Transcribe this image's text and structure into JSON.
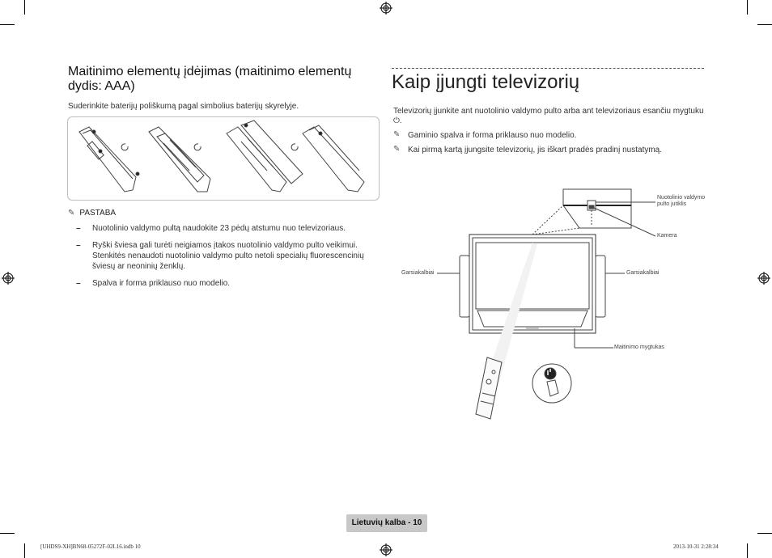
{
  "left": {
    "heading": "Maitinimo elementų įdėjimas (maitinimo elementų dydis: AAA)",
    "intro": "Suderinkite baterijų poliškumą pagal simbolius baterijų skyrelyje.",
    "note_title": "PASTABA",
    "bullets": [
      "Nuotolinio valdymo pultą naudokite 23 pėdų atstumu nuo televizoriaus.",
      "Ryški šviesa gali turėti neigiamos įtakos nuotolinio valdymo pulto veikimui. Stenkitės nenaudoti nuotolinio valdymo pulto netoli specialių fluorescencinių šviesų ar neoninių ženklų.",
      "Spalva ir forma priklauso nuo modelio."
    ]
  },
  "right": {
    "title": "Kaip įjungti televizorių",
    "body": "Televizorių įjunkite ant nuotolinio valdymo pulto arba ant televizoriaus esančiu mygtuku",
    "power_symbol": "⏻.",
    "notes": [
      "Gaminio spalva ir forma priklauso nuo modelio.",
      "Kai pirmą kartą įjungsite televizorių, jis iškart pradės pradinį nustatymą."
    ],
    "labels": {
      "remote_sensor": "Nuotolinio valdymo pulto jutiklis",
      "camera": "Kamera",
      "speakers_left": "Garsiakalbiai",
      "speakers_right": "Garsiakalbiai",
      "power_button": "Maitinimo mygtukas"
    }
  },
  "footer": {
    "page_label": "Lietuvių kalba - 10",
    "file_info": "[UHDS9-XH]BN68-05272F-02L16.indb   10",
    "timestamp": "2013-10-31   2:28:34"
  }
}
